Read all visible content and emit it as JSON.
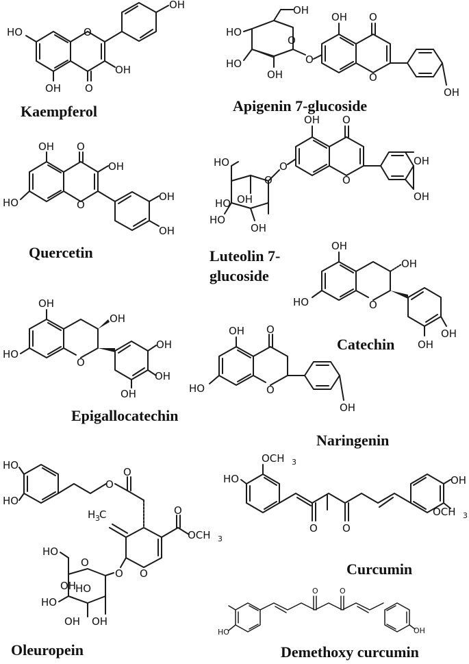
{
  "compounds": [
    {
      "id": "kaempferol",
      "name": "Kaempferol"
    },
    {
      "id": "apigenin7g",
      "name": "Apigenin 7-glucoside"
    },
    {
      "id": "quercetin",
      "name": "Quercetin"
    },
    {
      "id": "luteolin7g",
      "name_line1": "Luteolin 7-",
      "name_line2": "glucoside"
    },
    {
      "id": "catechin",
      "name": "Catechin"
    },
    {
      "id": "epigallocatechin",
      "name": "Epigallocatechin"
    },
    {
      "id": "naringenin",
      "name": "Naringenin"
    },
    {
      "id": "oleuropein",
      "name": "Oleuropein"
    },
    {
      "id": "curcumin",
      "name": "Curcumin"
    },
    {
      "id": "demethoxy",
      "name": "Demethoxy curcumin"
    }
  ],
  "atoms": {
    "oh": "OH",
    "ho": "HO",
    "o": "O",
    "och3": "OCH",
    "h3c": "H",
    "c": "C",
    "sub3": "3"
  }
}
